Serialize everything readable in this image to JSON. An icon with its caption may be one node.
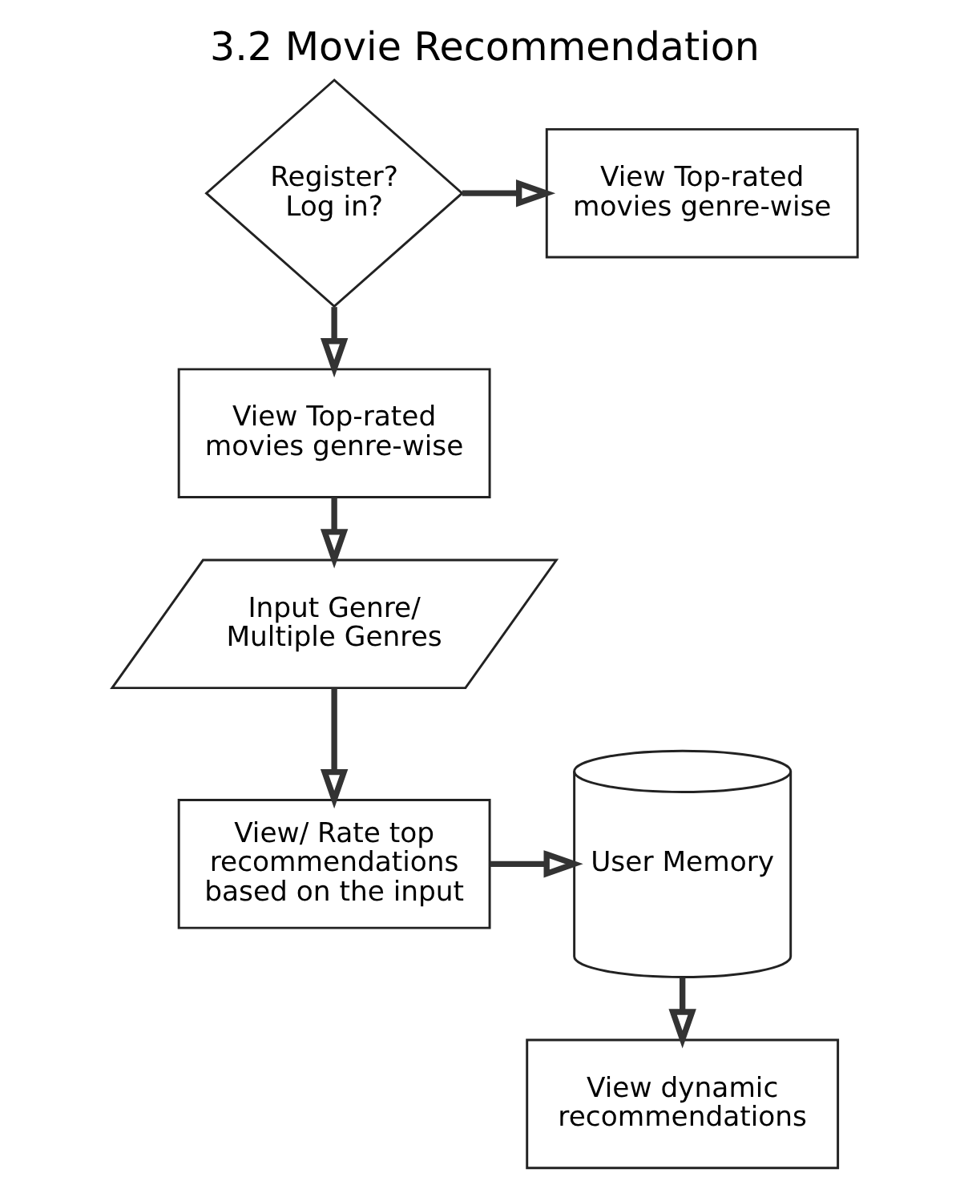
{
  "diagram": {
    "title": "3.2 Movie Recommendation",
    "nodes": [
      {
        "text": [
          "View Top-rated movies genre-wise"
        ]
      },
      {
        "text": [
          "Register? Log in?"
        ]
      },
      {
        "text": [
          "View Top-rated movies genre-wise"
        ]
      },
      {
        "text": [
          "Input Genre/ Multiple Genres"
        ]
      },
      {
        "text": [
          "User Memory"
        ]
      },
      {
        "text": [
          "View/ Rate top recommendations based on the input"
        ]
      },
      {
        "text": [
          "View dynamic recommendations"
        ]
      }
    ],
    "edges": [
      {
        "from": 1,
        "to": 0,
        "arrow": "to"
      },
      {
        "from": 1,
        "to": 2,
        "arrow": "to"
      },
      {
        "from": 2,
        "to": 3,
        "arrow": "to"
      },
      {
        "from": 3,
        "to": 5,
        "arrow": "to"
      },
      {
        "from": 5,
        "to": 4,
        "arrow": "to"
      },
      {
        "from": 4,
        "to": 6,
        "arrow": "to"
      }
    ]
  }
}
